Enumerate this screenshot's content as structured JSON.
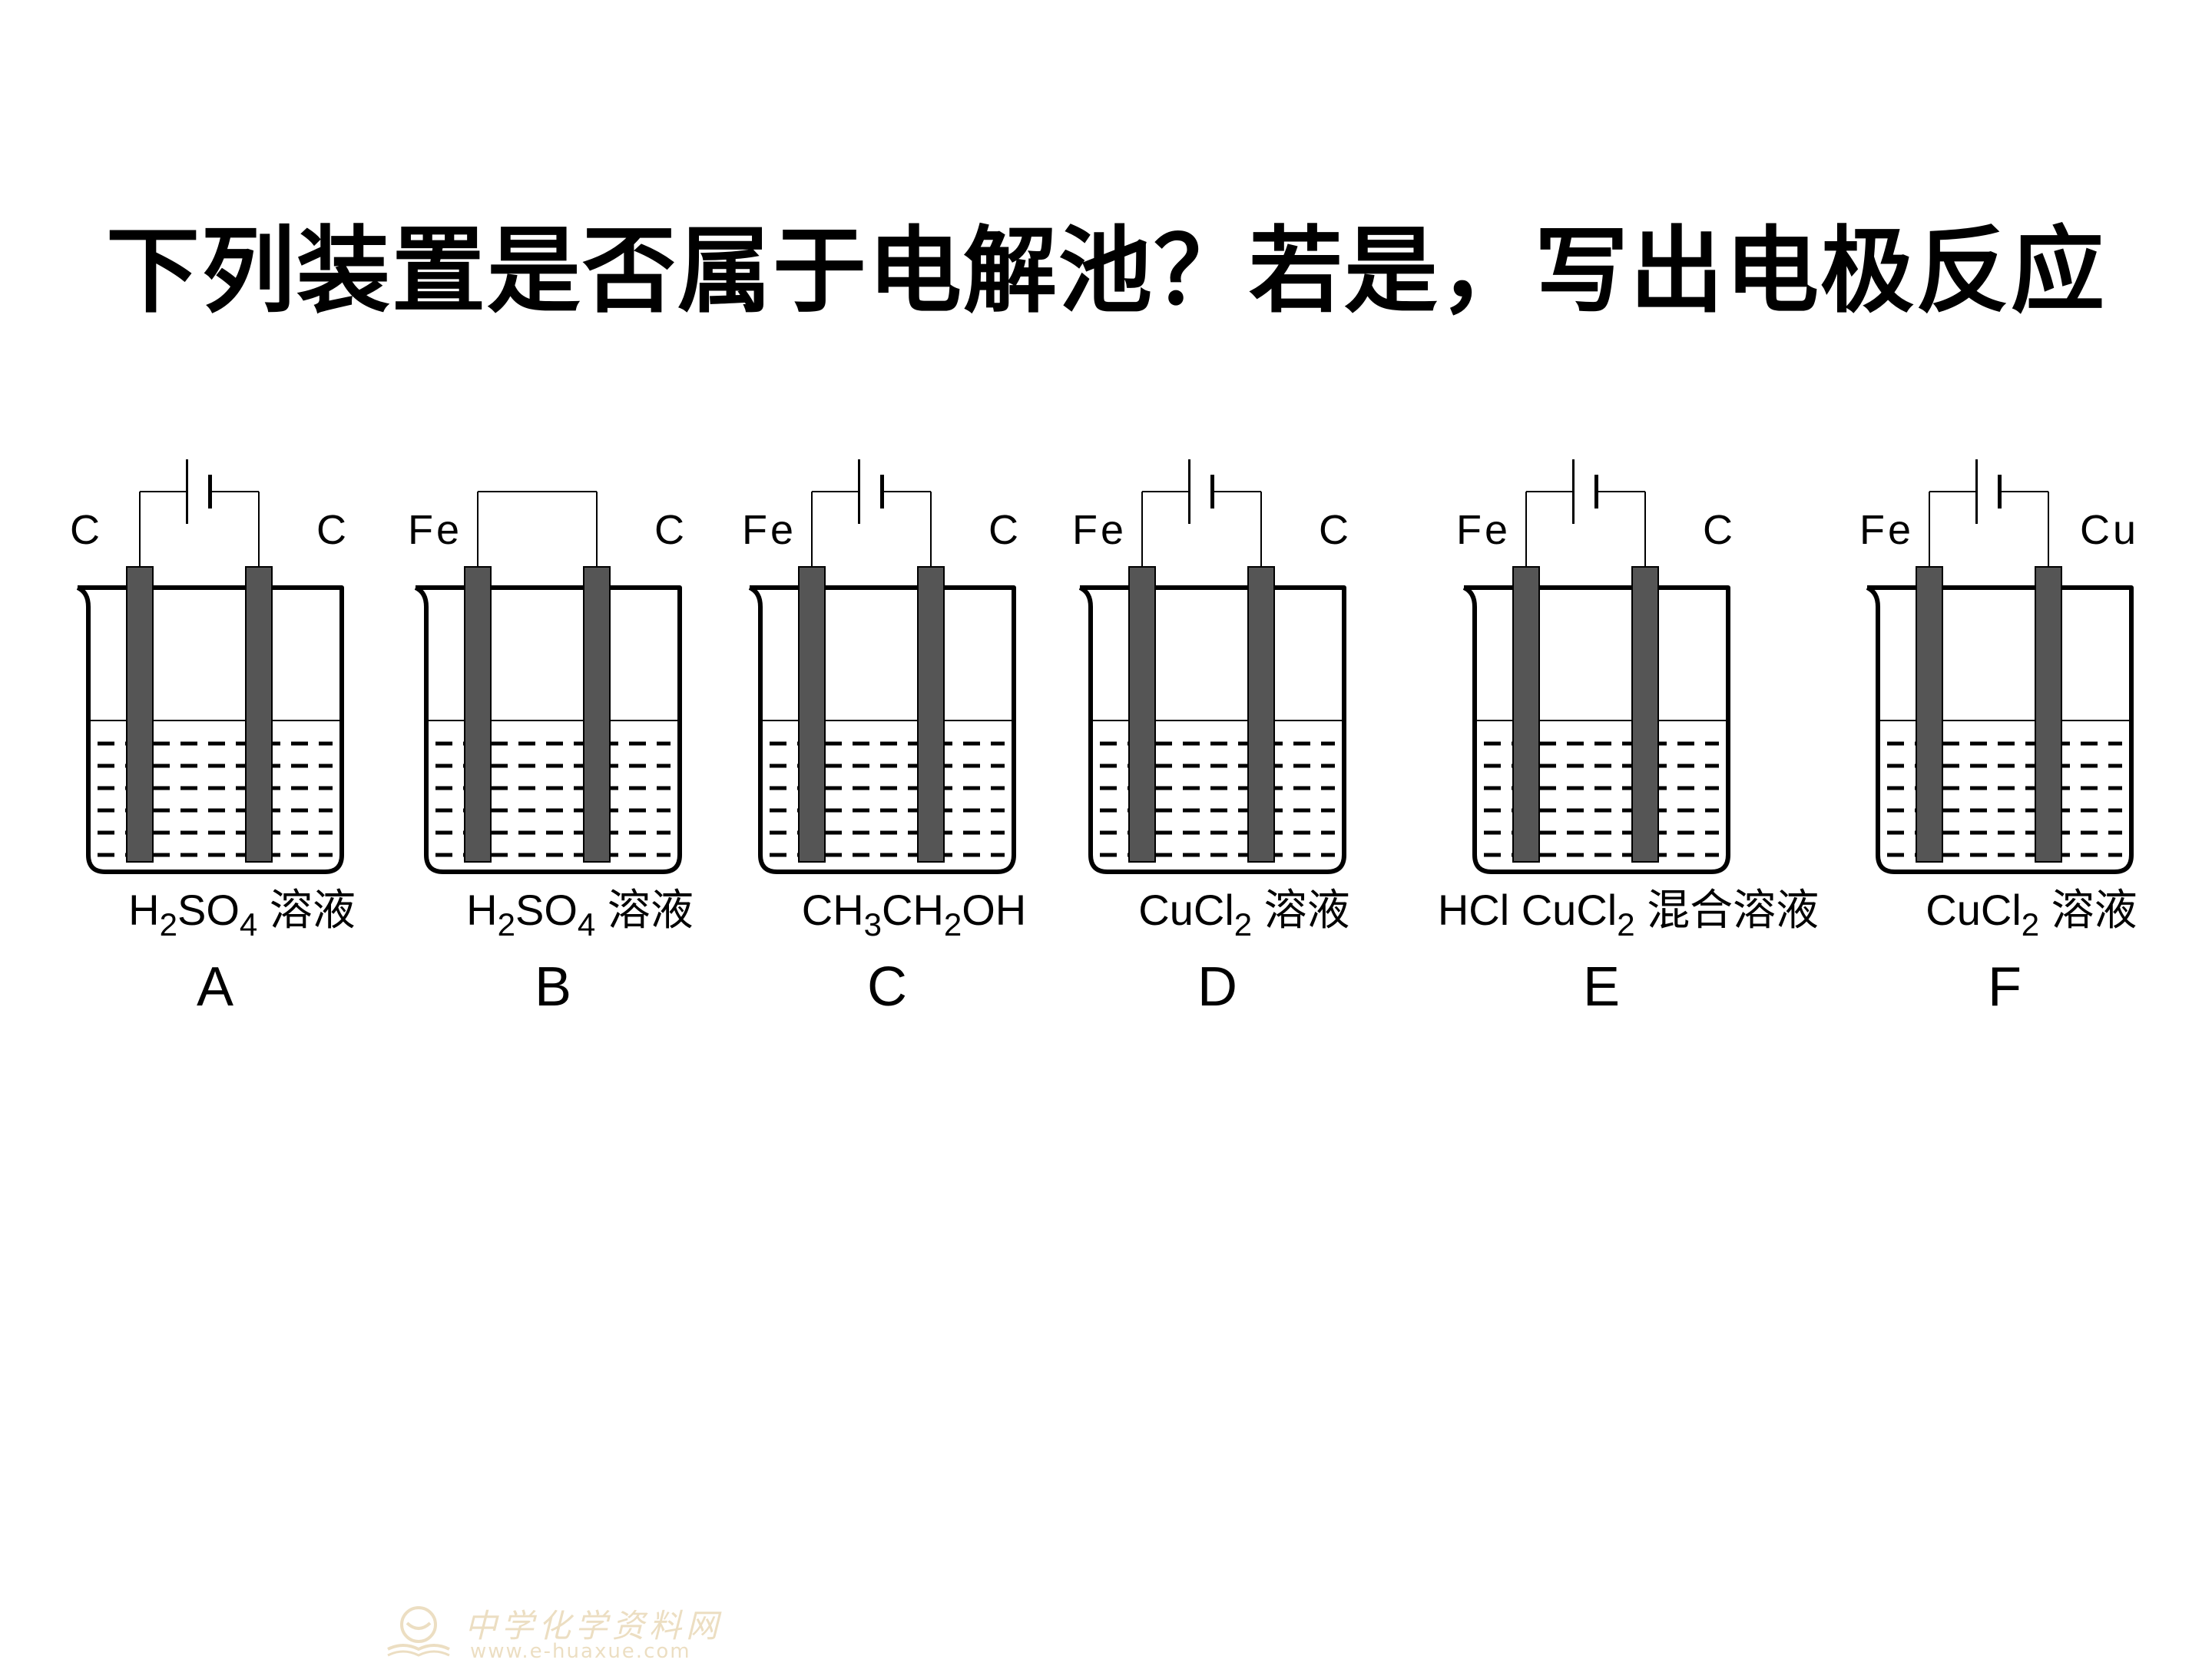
{
  "title": "下列装置是否属于电解池？若是，写出电极反应",
  "cells": [
    {
      "letter": "A",
      "left_electrode": "C",
      "right_electrode": "C",
      "solution_html": "H<sub>2</sub>SO<sub>4</sub> 溶液",
      "has_battery": true
    },
    {
      "letter": "B",
      "left_electrode": "Fe",
      "right_electrode": "C",
      "solution_html": "H<sub>2</sub>SO<sub>4</sub> 溶液",
      "has_battery": false
    },
    {
      "letter": "C",
      "left_electrode": "Fe",
      "right_electrode": "C",
      "solution_html": "CH<sub>3</sub>CH<sub>2</sub>OH",
      "has_battery": true
    },
    {
      "letter": "D",
      "left_electrode": "Fe",
      "right_electrode": "C",
      "solution_html": "CuCl<sub>2</sub> 溶液",
      "has_battery": true
    },
    {
      "letter": "E",
      "left_electrode": "Fe",
      "right_electrode": "C",
      "solution_html": "HCl CuCl<sub>2</sub> 混合溶液",
      "has_battery": true
    },
    {
      "letter": "F",
      "left_electrode": "Fe",
      "right_electrode": "Cu",
      "solution_html": "CuCl<sub>2</sub> 溶液",
      "has_battery": true
    }
  ],
  "watermark": {
    "name": "中学化学资料网",
    "url": "www.e-huaxue.com"
  }
}
